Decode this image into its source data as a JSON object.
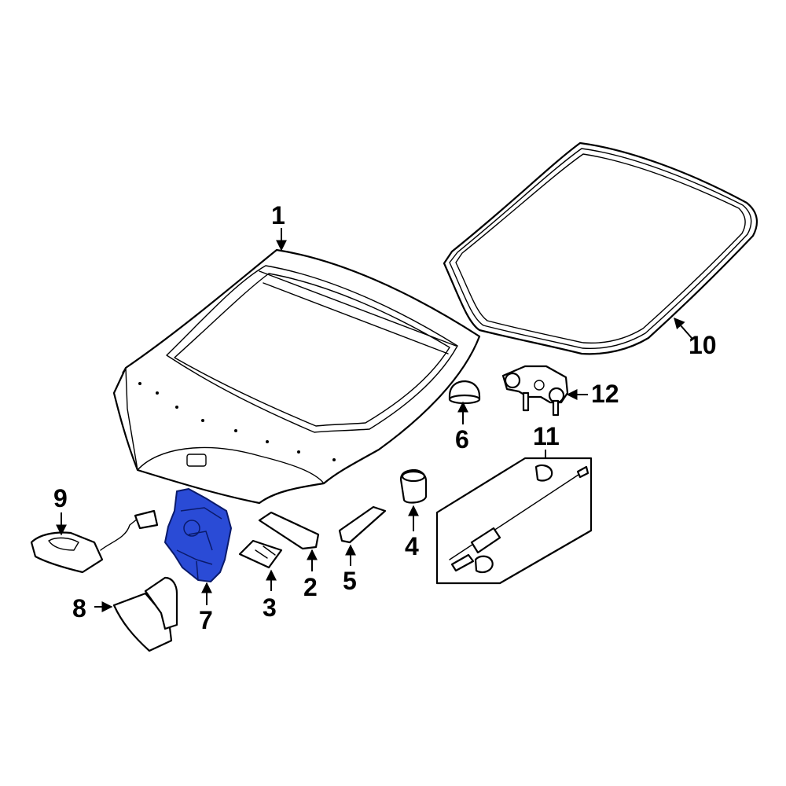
{
  "diagram": {
    "highlight_color": "#2a4bd6",
    "line_color": "#000000",
    "callouts": [
      {
        "id": "1",
        "label": "1"
      },
      {
        "id": "2",
        "label": "2"
      },
      {
        "id": "3",
        "label": "3"
      },
      {
        "id": "4",
        "label": "4"
      },
      {
        "id": "5",
        "label": "5"
      },
      {
        "id": "6",
        "label": "6"
      },
      {
        "id": "7",
        "label": "7",
        "highlighted": true
      },
      {
        "id": "8",
        "label": "8"
      },
      {
        "id": "9",
        "label": "9"
      },
      {
        "id": "10",
        "label": "10"
      },
      {
        "id": "11",
        "label": "11"
      },
      {
        "id": "12",
        "label": "12"
      }
    ]
  }
}
